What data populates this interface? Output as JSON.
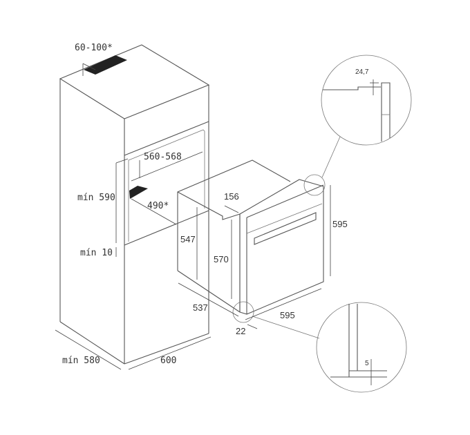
{
  "cabinet": {
    "vent_spacing_label": "60-100*",
    "niche_width_label": "560-568",
    "niche_vent_depth_label": "490*",
    "niche_height_label": "mín 590",
    "bottom_gap_label": "mín 10",
    "depth_label": "mín 580",
    "width_label": "600"
  },
  "oven": {
    "panel_offset_label": "156",
    "body_height_label": "547",
    "side_height_label": "570",
    "front_height_label": "595",
    "depth_label": "537",
    "front_width_label": "595",
    "panel_thickness_label": "22"
  },
  "details": {
    "top_detail_label": "24,7",
    "bottom_detail_label": "5"
  }
}
